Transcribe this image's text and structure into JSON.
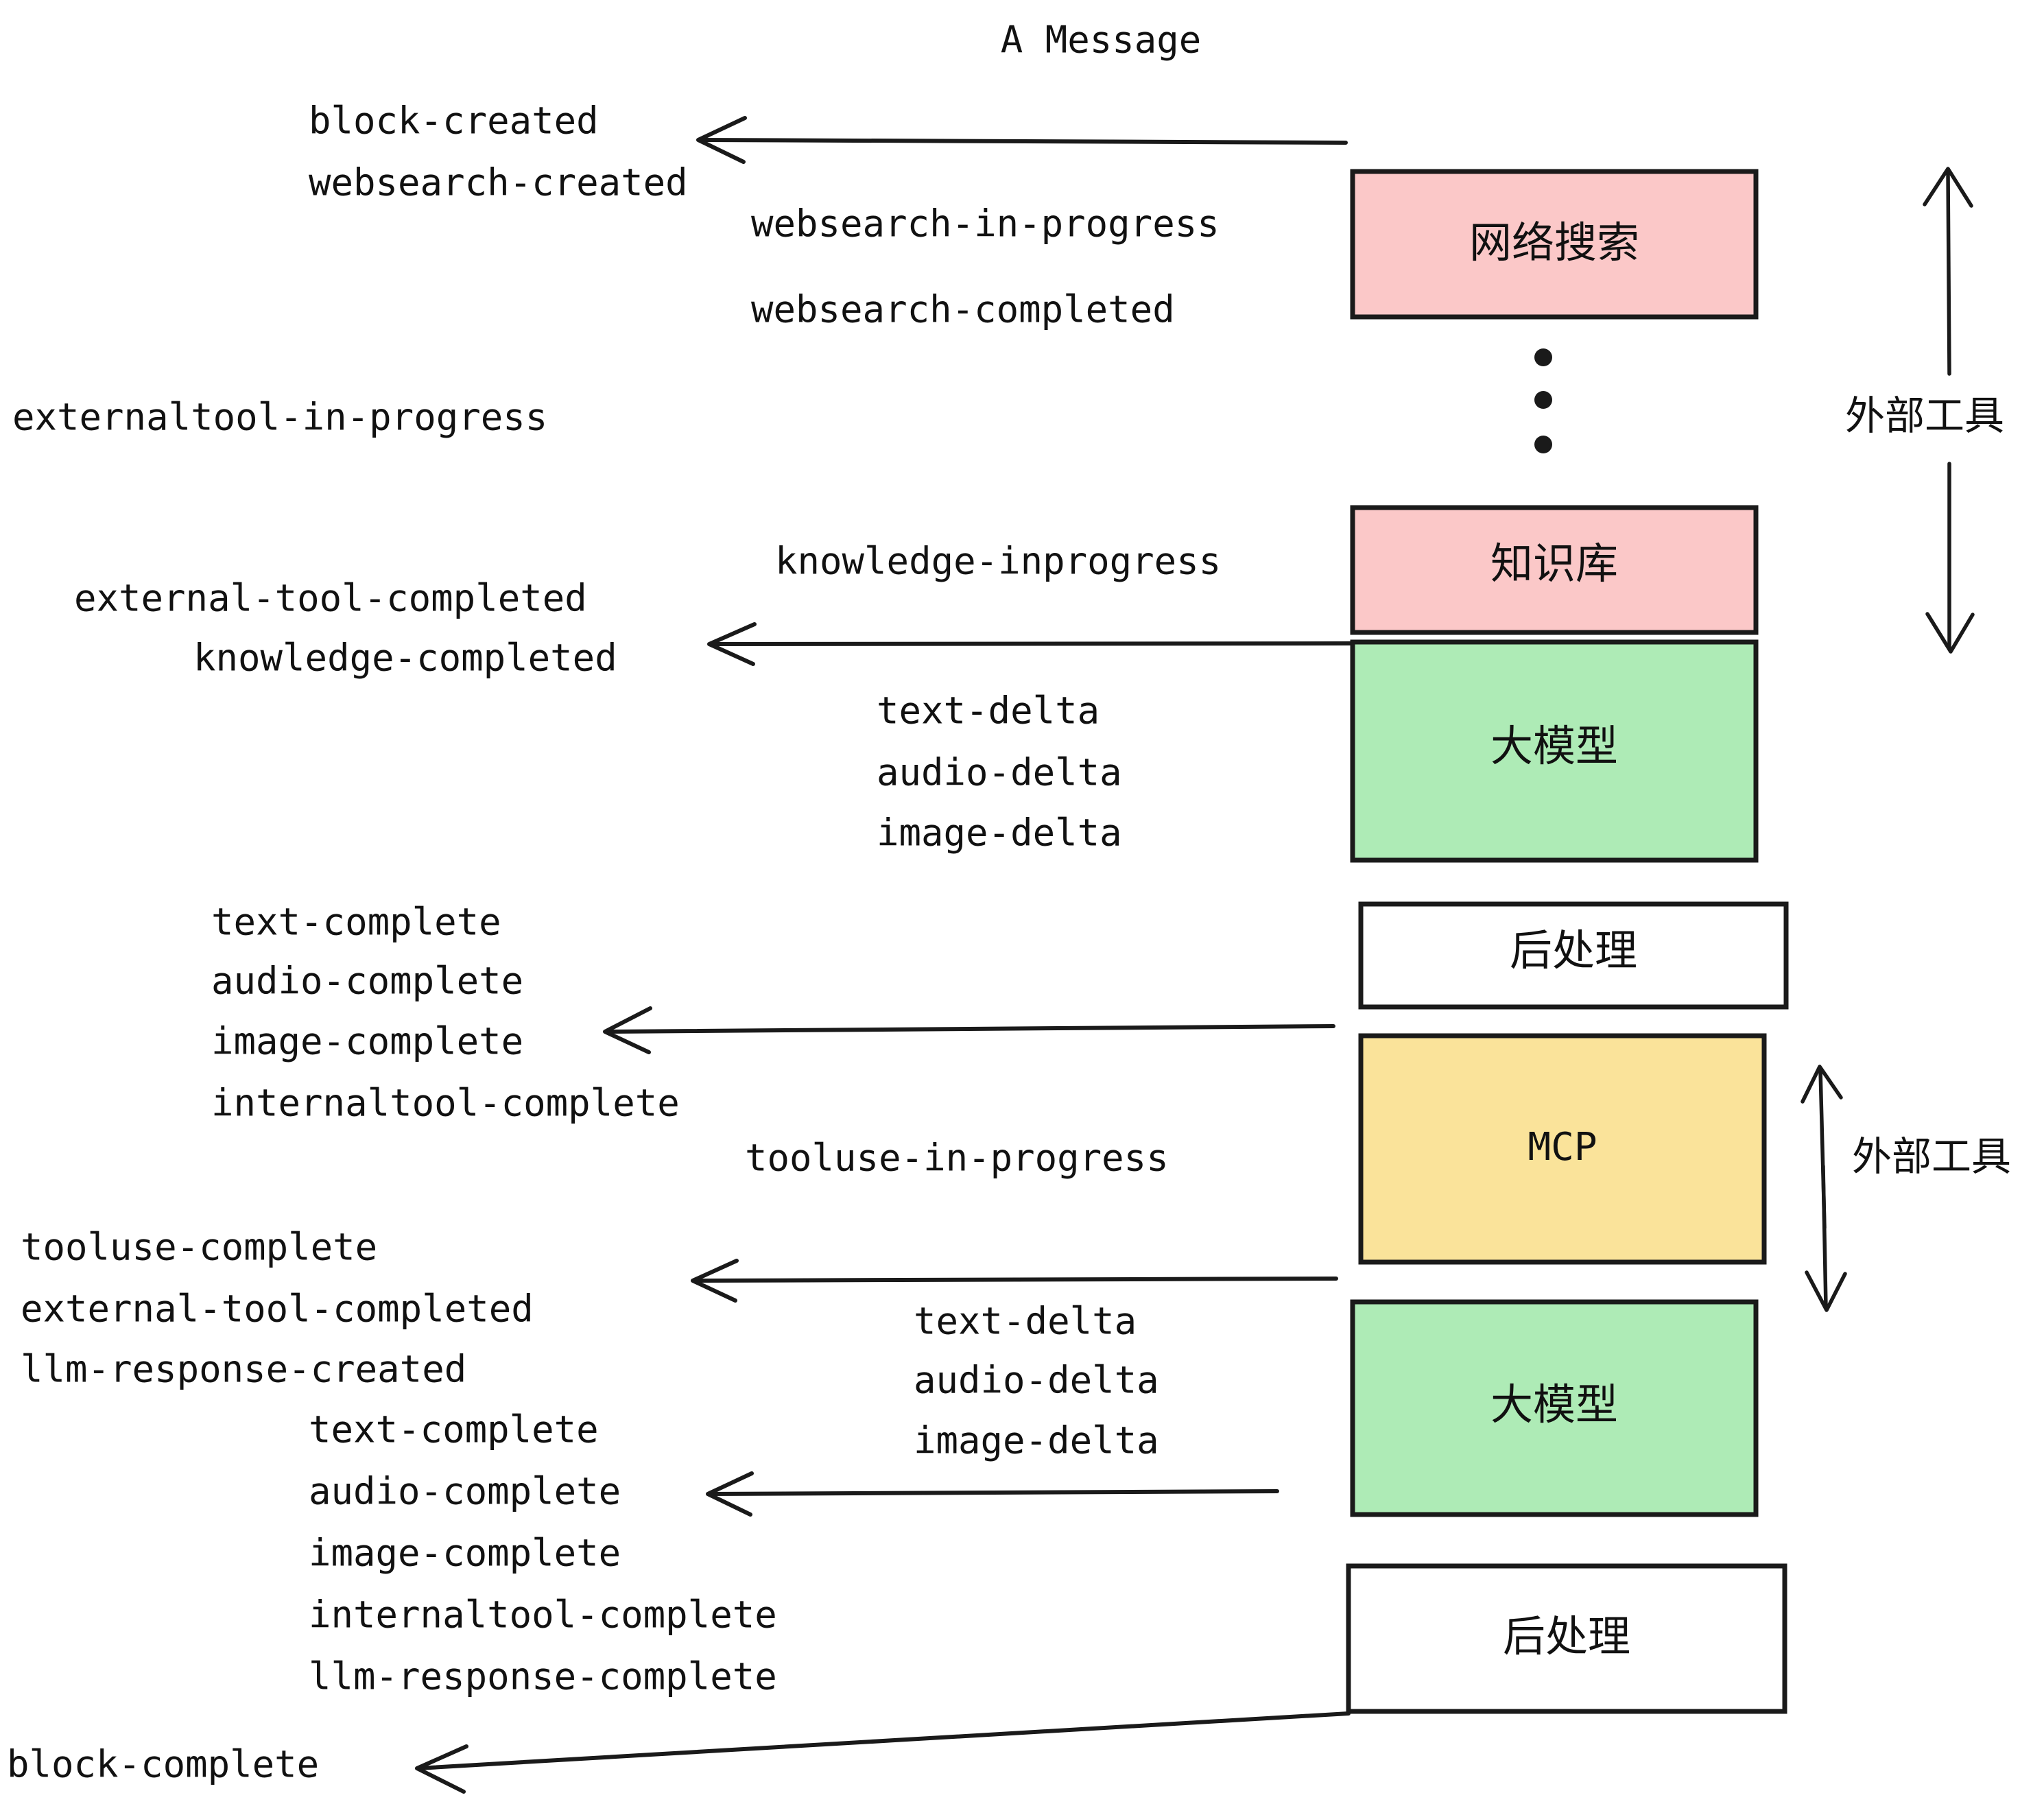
{
  "diagram": {
    "title": "A Message",
    "colors": {
      "pink": "#fbc8c8",
      "green": "#aeebb6",
      "yellow": "#fae39a",
      "white": "#ffffff",
      "stroke": "#1a1a1a",
      "text": "#111111"
    },
    "nodes": [
      {
        "id": "websearch",
        "label": "网络搜索",
        "fill": "pink"
      },
      {
        "id": "knowledge",
        "label": "知识库",
        "fill": "pink"
      },
      {
        "id": "llm-1",
        "label": "大模型",
        "fill": "green"
      },
      {
        "id": "postprocess-1",
        "label": "后处理",
        "fill": "white"
      },
      {
        "id": "mcp",
        "label": "MCP",
        "fill": "yellow"
      },
      {
        "id": "llm-2",
        "label": "大模型",
        "fill": "green"
      },
      {
        "id": "postprocess-2",
        "label": "后处理",
        "fill": "white"
      }
    ],
    "side_labels": [
      {
        "id": "external-tool-top",
        "label": "外部工具"
      },
      {
        "id": "external-tool-bottom",
        "label": "外部工具"
      }
    ],
    "events": [
      {
        "id": "block-created",
        "text": "block-created"
      },
      {
        "id": "websearch-created",
        "text": "websearch-created"
      },
      {
        "id": "websearch-in-progress",
        "text": "websearch-in-progress"
      },
      {
        "id": "websearch-completed",
        "text": "websearch-completed"
      },
      {
        "id": "externaltool-in-progress",
        "text": "externaltool-in-progress"
      },
      {
        "id": "knowledge-inprogress",
        "text": "knowledge-inprogress"
      },
      {
        "id": "external-tool-completed-1",
        "text": "external-tool-completed"
      },
      {
        "id": "knowledge-completed",
        "text": "knowledge-completed"
      },
      {
        "id": "text-delta-1",
        "text": "text-delta"
      },
      {
        "id": "audio-delta-1",
        "text": "audio-delta"
      },
      {
        "id": "image-delta-1",
        "text": "image-delta"
      },
      {
        "id": "text-complete-1",
        "text": "text-complete"
      },
      {
        "id": "audio-complete-1",
        "text": "audio-complete"
      },
      {
        "id": "image-complete-1",
        "text": "image-complete"
      },
      {
        "id": "internaltool-complete-1",
        "text": "internaltool-complete"
      },
      {
        "id": "tooluse-in-progress",
        "text": "tooluse-in-progress"
      },
      {
        "id": "tooluse-complete",
        "text": "tooluse-complete"
      },
      {
        "id": "external-tool-completed-2",
        "text": "external-tool-completed"
      },
      {
        "id": "llm-response-created",
        "text": "llm-response-created"
      },
      {
        "id": "text-delta-2",
        "text": "text-delta"
      },
      {
        "id": "audio-delta-2",
        "text": "audio-delta"
      },
      {
        "id": "image-delta-2",
        "text": "image-delta"
      },
      {
        "id": "text-complete-2",
        "text": "text-complete"
      },
      {
        "id": "audio-complete-2",
        "text": "audio-complete"
      },
      {
        "id": "image-complete-2",
        "text": "image-complete"
      },
      {
        "id": "internaltool-complete-2",
        "text": "internaltool-complete"
      },
      {
        "id": "llm-response-complete",
        "text": "llm-response-complete"
      },
      {
        "id": "block-complete",
        "text": "block-complete"
      }
    ]
  }
}
